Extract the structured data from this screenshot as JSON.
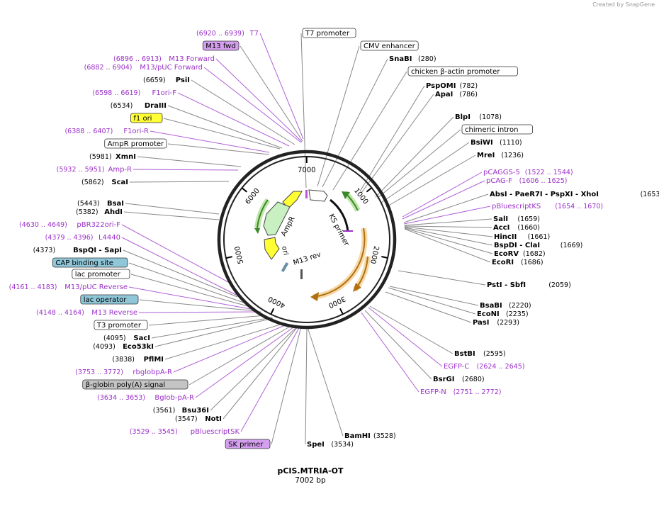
{
  "watermark": "Created by SnapGene",
  "plasmid": {
    "name": "pCIS.MTRIA-OT",
    "length_label": "7002 bp",
    "length": 7002
  },
  "ticks": [
    "1000",
    "2000",
    "3000",
    "4000",
    "5000",
    "6000",
    "7000"
  ],
  "inner_labels": [
    {
      "id": "ampr",
      "text": "AmpR"
    },
    {
      "id": "ori",
      "text": "ori"
    },
    {
      "id": "m13rev",
      "text": "M13 rev"
    },
    {
      "id": "ks",
      "text": "KS primer"
    }
  ],
  "right_labels": [
    {
      "name": "T7 promoter",
      "pos": "",
      "kind": "feature",
      "color": "#ffffff"
    },
    {
      "name": "CMV enhancer",
      "pos": "",
      "kind": "feature",
      "color": "#ffffff"
    },
    {
      "name": "SnaBI",
      "pos": "(280)",
      "kind": "enzyme"
    },
    {
      "name": "chicken β-actin promoter",
      "pos": "",
      "kind": "feature",
      "color": "#ffffff"
    },
    {
      "name": "PspOMI",
      "pos": "(782)",
      "kind": "enzyme"
    },
    {
      "name": "ApaI",
      "pos": "(786)",
      "kind": "enzyme"
    },
    {
      "name": "BlpI",
      "pos": "(1078)",
      "kind": "enzyme"
    },
    {
      "name": "chimeric intron",
      "pos": "",
      "kind": "feature",
      "color": "#ffffff"
    },
    {
      "name": "BsiWI",
      "pos": "(1110)",
      "kind": "enzyme"
    },
    {
      "name": "MreI",
      "pos": "(1236)",
      "kind": "enzyme"
    },
    {
      "name": "pCAGGS-5",
      "pos": "(1522 .. 1544)",
      "kind": "primer"
    },
    {
      "name": "pCAG-F",
      "pos": "(1606 .. 1625)",
      "kind": "primer"
    },
    {
      "name": "AbsI  - PaeR7I  - PspXI  - XhoI",
      "pos": "(1653)",
      "kind": "enzyme"
    },
    {
      "name": "pBluescriptKS",
      "pos": "(1654 .. 1670)",
      "kind": "primer"
    },
    {
      "name": "SalI",
      "pos": "(1659)",
      "kind": "enzyme"
    },
    {
      "name": "AccI",
      "pos": "(1660)",
      "kind": "enzyme"
    },
    {
      "name": "HincII",
      "pos": "(1661)",
      "kind": "enzyme"
    },
    {
      "name": "BspDI  - ClaI",
      "pos": "(1669)",
      "kind": "enzyme"
    },
    {
      "name": "EcoRV",
      "pos": "(1682)",
      "kind": "enzyme"
    },
    {
      "name": "EcoRI",
      "pos": "(1686)",
      "kind": "enzyme"
    },
    {
      "name": "PstI  - SbfI",
      "pos": "(2059)",
      "kind": "enzyme"
    },
    {
      "name": "BsaBI",
      "pos": "(2220)",
      "kind": "enzyme"
    },
    {
      "name": "EcoNI",
      "pos": "(2235)",
      "kind": "enzyme"
    },
    {
      "name": "PasI",
      "pos": "(2293)",
      "kind": "enzyme"
    },
    {
      "name": "BstBI",
      "pos": "(2595)",
      "kind": "enzyme"
    },
    {
      "name": "EGFP-C",
      "pos": "(2624 .. 2645)",
      "kind": "primer"
    },
    {
      "name": "BsrGI",
      "pos": "(2680)",
      "kind": "enzyme"
    },
    {
      "name": "EGFP-N",
      "pos": "(2751 .. 2772)",
      "kind": "primer"
    },
    {
      "name": "BamHI",
      "pos": "(3528)",
      "kind": "enzyme"
    },
    {
      "name": "SpeI",
      "pos": "(3534)",
      "kind": "enzyme"
    }
  ],
  "left_labels": [
    {
      "name": "T7",
      "pos": "(6920 .. 6939)",
      "kind": "primer"
    },
    {
      "name": "M13 fwd",
      "pos": "",
      "kind": "feature",
      "color": "#d59ff0"
    },
    {
      "name": "M13 Forward",
      "pos": "(6896 .. 6913)",
      "kind": "primer"
    },
    {
      "name": "M13/pUC Forward",
      "pos": "(6882 .. 6904)",
      "kind": "primer"
    },
    {
      "name": "PsiI",
      "pos": "(6659)",
      "kind": "enzyme"
    },
    {
      "name": "F1ori-F",
      "pos": "(6598 .. 6619)",
      "kind": "primer"
    },
    {
      "name": "DraIII",
      "pos": "(6534)",
      "kind": "enzyme"
    },
    {
      "name": "f1 ori",
      "pos": "",
      "kind": "feature",
      "color": "#ffff33"
    },
    {
      "name": "F1ori-R",
      "pos": "(6388 .. 6407)",
      "kind": "primer"
    },
    {
      "name": "AmpR promoter",
      "pos": "",
      "kind": "feature",
      "color": "#ffffff"
    },
    {
      "name": "XmnI",
      "pos": "(5981)",
      "kind": "enzyme"
    },
    {
      "name": "Amp-R",
      "pos": "(5932 .. 5951)",
      "kind": "primer"
    },
    {
      "name": "ScaI",
      "pos": "(5862)",
      "kind": "enzyme"
    },
    {
      "name": "BsaI",
      "pos": "(5443)",
      "kind": "enzyme"
    },
    {
      "name": "AhdI",
      "pos": "(5382)",
      "kind": "enzyme"
    },
    {
      "name": "pBR322ori-F",
      "pos": "(4630 .. 4649)",
      "kind": "primer"
    },
    {
      "name": "L4440",
      "pos": "(4379 .. 4396)",
      "kind": "primer"
    },
    {
      "name": "BspQI  - SapI",
      "pos": "(4373)",
      "kind": "enzyme"
    },
    {
      "name": "CAP binding site",
      "pos": "",
      "kind": "feature",
      "color": "#8fc6d8"
    },
    {
      "name": "lac promoter",
      "pos": "",
      "kind": "feature",
      "color": "#ffffff"
    },
    {
      "name": "M13/pUC Reverse",
      "pos": "(4161 .. 4183)",
      "kind": "primer"
    },
    {
      "name": "lac operator",
      "pos": "",
      "kind": "feature",
      "color": "#8fc6d8"
    },
    {
      "name": "M13 Reverse",
      "pos": "(4148 .. 4164)",
      "kind": "primer"
    },
    {
      "name": "T3 promoter",
      "pos": "",
      "kind": "feature",
      "color": "#ffffff"
    },
    {
      "name": "SacI",
      "pos": "(4095)",
      "kind": "enzyme"
    },
    {
      "name": "Eco53kI",
      "pos": "(4093)",
      "kind": "enzyme"
    },
    {
      "name": "PflMI",
      "pos": "(3838)",
      "kind": "enzyme"
    },
    {
      "name": "rbglobpA-R",
      "pos": "(3753 .. 3772)",
      "kind": "primer"
    },
    {
      "name": "β-globin poly(A) signal",
      "pos": "",
      "kind": "feature",
      "color": "#c4c4c4"
    },
    {
      "name": "Bglob-pA-R",
      "pos": "(3634 .. 3653)",
      "kind": "primer"
    },
    {
      "name": "Bsu36I",
      "pos": "(3561)",
      "kind": "enzyme"
    },
    {
      "name": "NotI",
      "pos": "(3547)",
      "kind": "enzyme"
    },
    {
      "name": "pBluescriptSK",
      "pos": "(3529 .. 3545)",
      "kind": "primer"
    },
    {
      "name": "SK primer",
      "pos": "",
      "kind": "feature",
      "color": "#d59ff0"
    }
  ]
}
